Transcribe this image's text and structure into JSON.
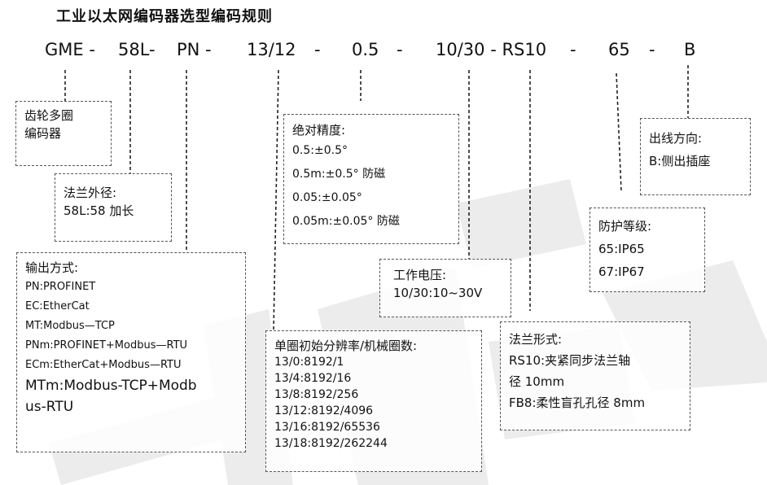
{
  "title": "工业以太网编码器选型编码规则",
  "code": {
    "p1": "GME -",
    "p2": "58L-",
    "p3": "PN -",
    "p4": "13/12",
    "d1": "-",
    "p5": "0.5",
    "d2": "-",
    "p6": "10/30 - RS10",
    "d3": "-",
    "p7": "65",
    "d4": "-",
    "p8": "B"
  },
  "box_turns": {
    "l1": "齿轮多圈",
    "l2": "编码器"
  },
  "box_flange": {
    "title": "法兰外径:",
    "l1": "58L:58 加长"
  },
  "box_output": {
    "title": "输出方式:",
    "items": [
      "PN:PROFINET",
      "EC:EtherCat",
      "MT:Modbus—TCP",
      "PNm:PROFINET+Modbus—RTU",
      "ECm:EtherCat+Modbus—RTU",
      "MTm:Modbus-TCP+Modb",
      "us-RTU"
    ]
  },
  "box_accuracy": {
    "title": "绝对精度:",
    "items": [
      "0.5:±0.5°",
      "0.5m:±0.5° 防磁",
      "0.05:±0.05°",
      "0.05m:±0.05° 防磁"
    ]
  },
  "box_resolution": {
    "title": "单圈初始分辨率/机械圈数:",
    "items": [
      "13/0:8192/1",
      "13/4:8192/16",
      "13/8:8192/256",
      "13/12:8192/4096",
      "13/16:8192/65536",
      "13/18:8192/262244"
    ]
  },
  "box_voltage": {
    "title": "工作电压:",
    "l1": "10/30:10~30V"
  },
  "box_flange_form": {
    "title": "法兰形式:",
    "items": [
      "RS10:夹紧同步法兰轴",
      "径 10mm",
      "FB8:柔性盲孔孔径 8mm"
    ]
  },
  "box_protection": {
    "title": "防护等级:",
    "items": [
      "65:IP65",
      "67:IP67"
    ]
  },
  "box_outlet": {
    "title": "出线方向:",
    "l1": "B:侧出插座"
  }
}
